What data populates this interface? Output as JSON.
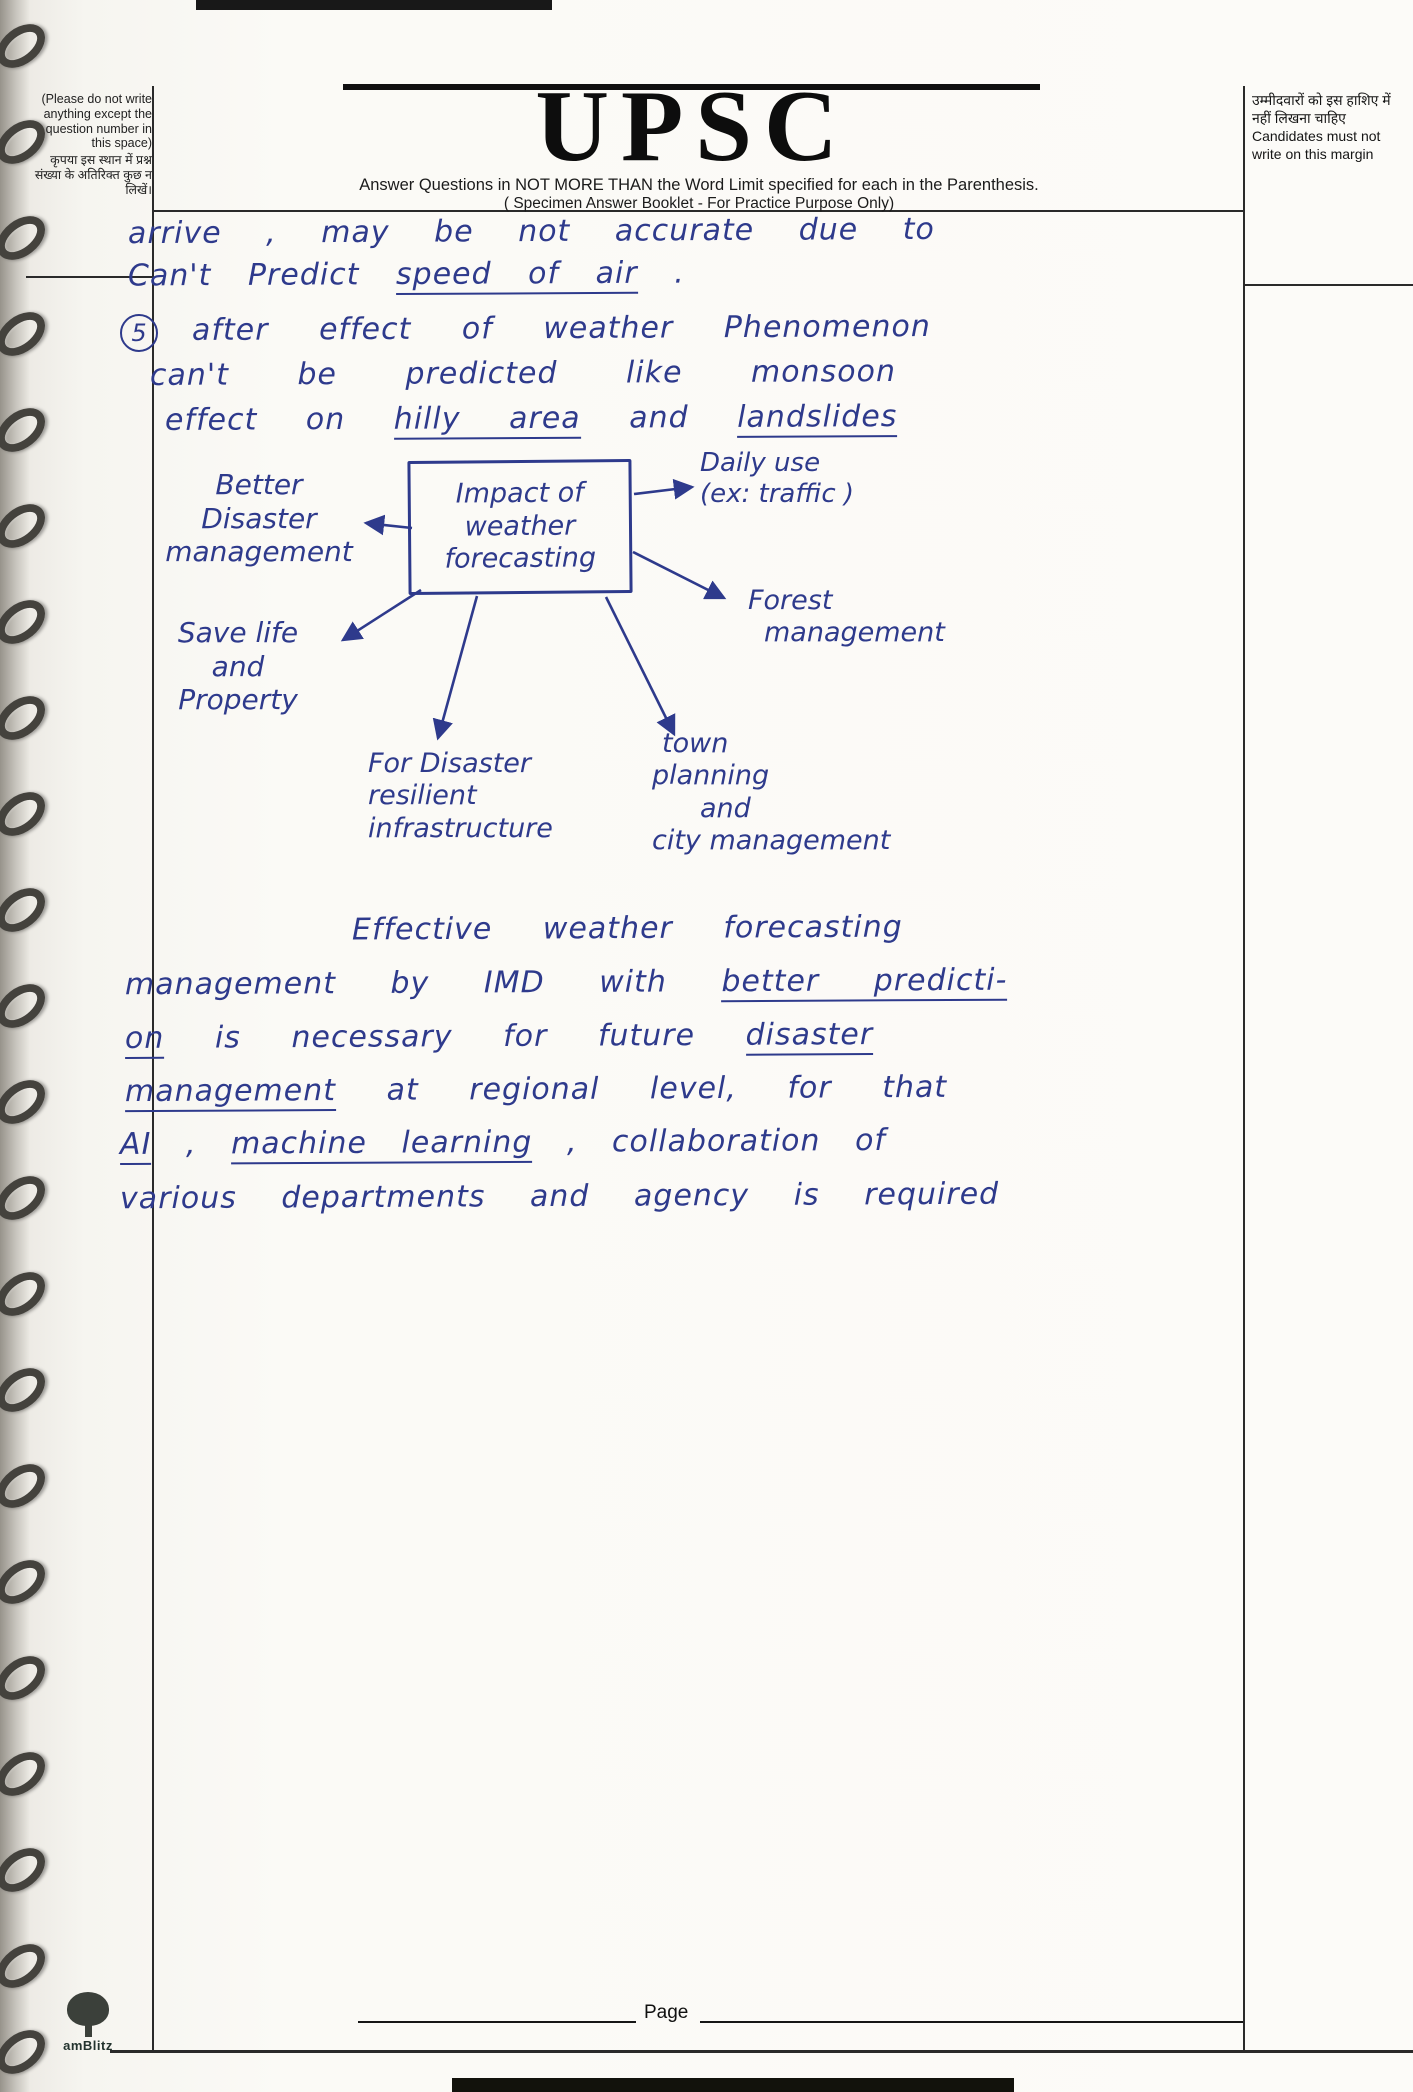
{
  "colors": {
    "ink": "#2e3a8c",
    "print": "#1a1a1a"
  },
  "header": {
    "title": "UPSC",
    "instruction1": "Answer Questions in NOT MORE THAN the Word Limit specified for each in the Parenthesis.",
    "instruction2": "( Specimen Answer Booklet - For Practice Purpose Only)"
  },
  "margins": {
    "left_en": "(Please do not write anything except the question number in this space)",
    "left_hi": "कृपया इस स्थान में प्रश्न संख्या के अतिरिक्त कुछ न लिखें।",
    "right_hi": "उम्मीदवारों को इस हाशिए में नहीं लिखना चाहिए",
    "right_en": "Candidates must not write on this margin"
  },
  "notes": {
    "p1_l1": "arrive , may be not accurate due to",
    "p1_l2a": "Can't Predict",
    "p1_l2b": "speed of air",
    "p1_l2c": ".",
    "p5_marker": "5",
    "p5_l1": "after effect of weather Phenomenon",
    "p5_l2": "can't be predicted like monsoon",
    "p5_l3a": "effect on",
    "p5_l3b": "hilly area",
    "p5_l3c": "and",
    "p5_l3d": "landslides"
  },
  "mindmap": {
    "center": [
      "Impact of",
      "weather",
      "forecasting"
    ],
    "better_mgmt": [
      "Better",
      "Disaster",
      "management"
    ],
    "daily_use": [
      "Daily use",
      "(ex: traffic )"
    ],
    "forest": [
      "Forest",
      "management"
    ],
    "save_life": [
      "Save life",
      "and",
      "Property"
    ],
    "infra": [
      "For Disaster",
      "resilient",
      "infrastructure"
    ],
    "town": [
      "town",
      "planning",
      "and",
      "city management"
    ]
  },
  "conclusion": {
    "l1": "Effective weather forecasting",
    "l2a": "management by IMD with",
    "l2b": "better predicti-",
    "l3a": "on",
    "l3b": "is necessary for future",
    "l3c": "disaster",
    "l4a": "management",
    "l4b": "at regional level, for that",
    "l5a": "AI",
    "l5b": ",",
    "l5c": "machine learning",
    "l5d": ", collaboration of",
    "l6": "various departments and agency is required"
  },
  "footer": {
    "page_label": "Page"
  },
  "logo": {
    "text": "amBlitz"
  }
}
